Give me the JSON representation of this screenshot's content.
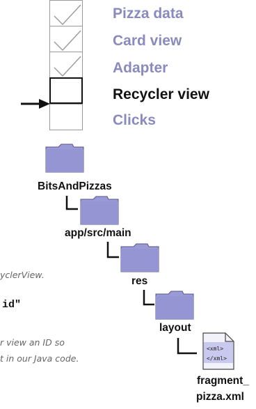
{
  "progress_steps": [
    {
      "label": "Pizza data",
      "checked": true,
      "current": false
    },
    {
      "label": "Card view",
      "checked": true,
      "current": false
    },
    {
      "label": "Adapter",
      "checked": true,
      "current": false
    },
    {
      "label": "Recycler view",
      "checked": false,
      "current": true
    },
    {
      "label": "Clicks",
      "checked": false,
      "current": false
    }
  ],
  "tree": {
    "root": "BitsAndPizzas",
    "app_folder": "app/src/main",
    "res_folder": "res",
    "layout_folder": "layout",
    "file_line1": "fragment_",
    "file_line2": "pizza.xml",
    "file_icon_tags": [
      "<xml>",
      "</xml>"
    ]
  },
  "snippets": {
    "note_top": "yclerView.",
    "code_fragment": "id\"",
    "note_line1": "r view an ID so",
    "note_line2": "t in our Java code."
  },
  "colors": {
    "step_text": "#8a8abf",
    "current_step_text": "#111111",
    "folder_fill": "#9a9ad6",
    "note_text": "#666666"
  }
}
